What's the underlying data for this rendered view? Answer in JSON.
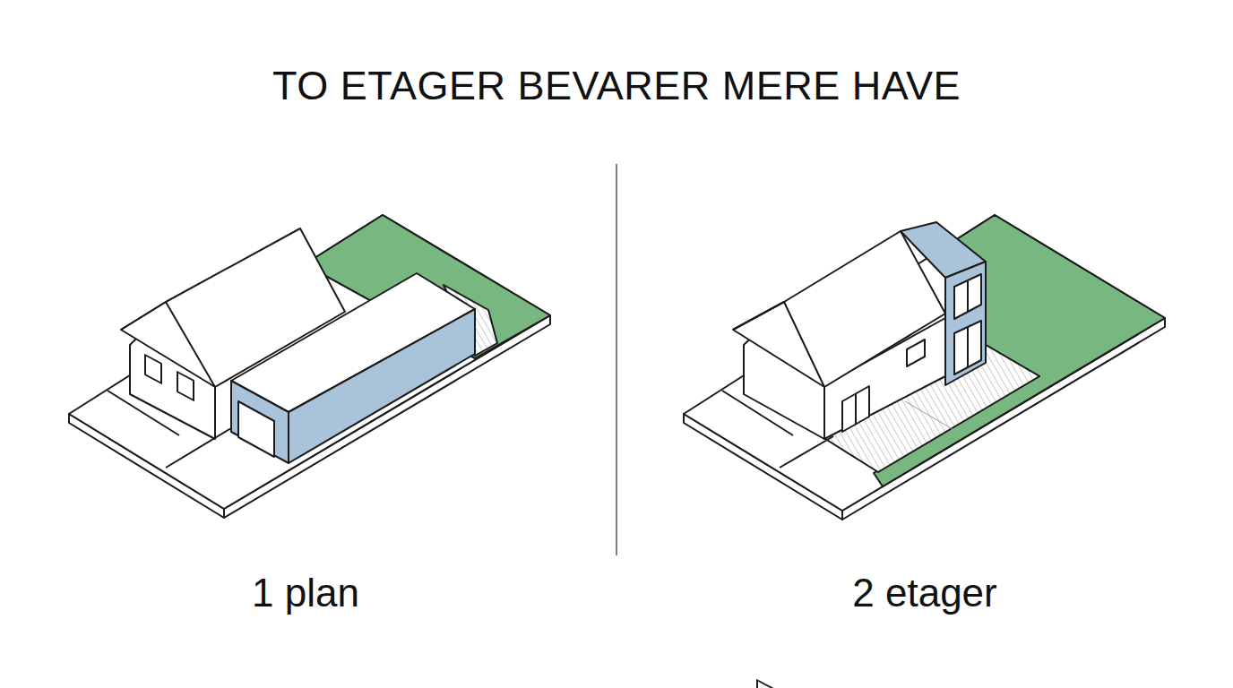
{
  "diagram": {
    "title": "TO ETAGER BEVARER MERE HAVE",
    "labels": [
      "1 plan",
      "2 etager"
    ]
  }
}
